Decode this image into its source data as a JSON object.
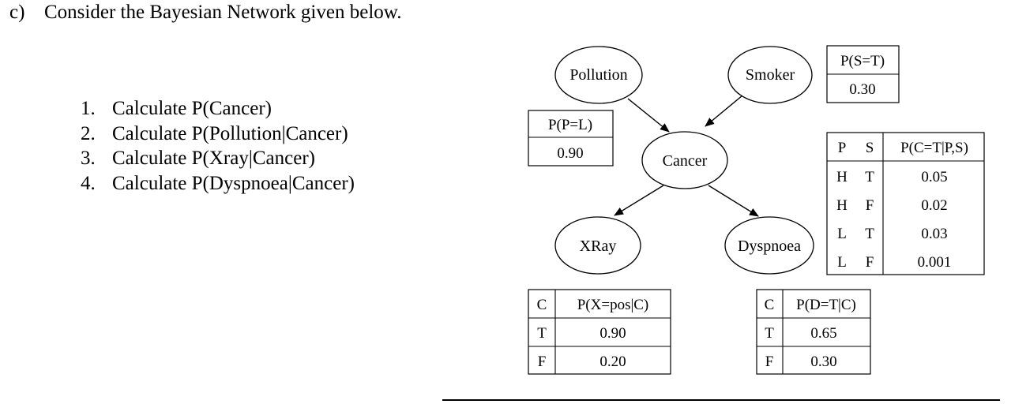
{
  "question": {
    "number": "c)",
    "text": "Consider the Bayesian Network given below."
  },
  "tasks": [
    {
      "number": "1.",
      "text": "Calculate P(Cancer)"
    },
    {
      "number": "2.",
      "text": "Calculate P(Pollution|Cancer)"
    },
    {
      "number": "3.",
      "text": "Calculate P(Xray|Cancer)"
    },
    {
      "number": "4.",
      "text": "Calculate P(Dyspnoea|Cancer)"
    }
  ],
  "network": {
    "nodes": {
      "pollution": "Pollution",
      "smoker": "Smoker",
      "cancer": "Cancer",
      "xray": "XRay",
      "dyspnoea": "Dyspnoea"
    },
    "edges": [
      [
        "pollution",
        "cancer"
      ],
      [
        "smoker",
        "cancer"
      ],
      [
        "cancer",
        "xray"
      ],
      [
        "cancer",
        "dyspnoea"
      ]
    ]
  },
  "tables": {
    "smoker_prior": {
      "header": "P(S=T)",
      "value": "0.30"
    },
    "pollution_prior": {
      "header": "P(P=L)",
      "value": "0.90"
    },
    "cancer_cpt": {
      "headers": [
        "P",
        "S",
        "P(C=T|P,S)"
      ],
      "rows": [
        [
          "H",
          "T",
          "0.05"
        ],
        [
          "H",
          "F",
          "0.02"
        ],
        [
          "L",
          "T",
          "0.03"
        ],
        [
          "L",
          "F",
          "0.001"
        ]
      ]
    },
    "xray_cpt": {
      "headers": [
        "C",
        "P(X=pos|C)"
      ],
      "rows": [
        [
          "T",
          "0.90"
        ],
        [
          "F",
          "0.20"
        ]
      ]
    },
    "dyspnoea_cpt": {
      "headers": [
        "C",
        "P(D=T|C)"
      ],
      "rows": [
        [
          "T",
          "0.65"
        ],
        [
          "F",
          "0.30"
        ]
      ]
    }
  }
}
